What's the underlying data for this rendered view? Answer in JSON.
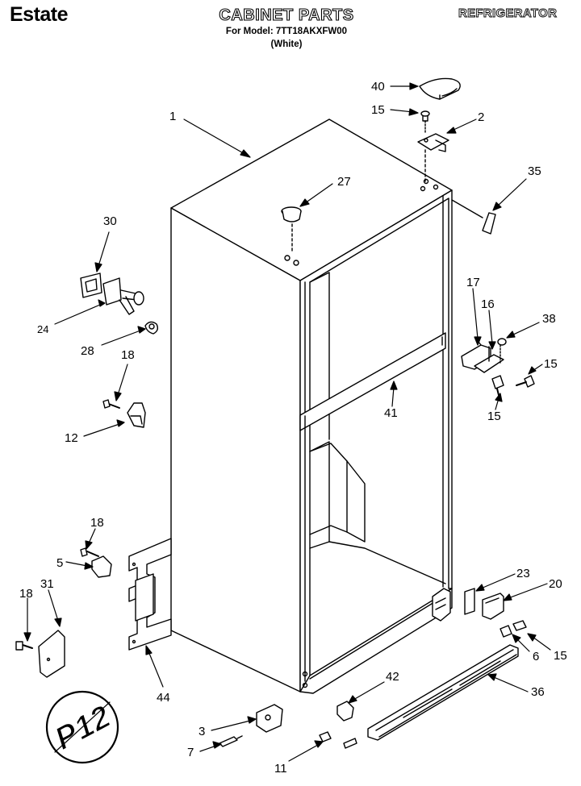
{
  "header": {
    "brand": "Estate",
    "title": "CABINET PARTS",
    "model_line": "For Model: 7TT18AKXFW00",
    "color_line": "(White)",
    "category": "REFRIGERATOR"
  },
  "callouts": {
    "c1": "1",
    "c2": "2",
    "c3": "3",
    "c5": "5",
    "c6": "6",
    "c7": "7",
    "c11": "11",
    "c12": "12",
    "c15a": "15",
    "c15b": "15",
    "c15c": "15",
    "c15d": "15",
    "c16": "16",
    "c17": "17",
    "c18a": "18",
    "c18b": "18",
    "c18c": "18",
    "c20": "20",
    "c23": "23",
    "c24": "24",
    "c27": "27",
    "c28": "28",
    "c30": "30",
    "c31": "31",
    "c35": "35",
    "c36": "36",
    "c38": "38",
    "c40": "40",
    "c41": "41",
    "c42": "42",
    "c44": "44"
  },
  "stamp": {
    "text": "P12"
  }
}
